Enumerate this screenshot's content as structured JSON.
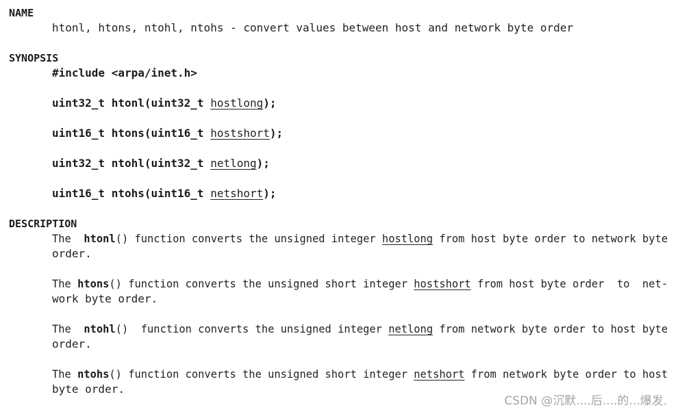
{
  "name": {
    "header": "NAME",
    "text": "htonl, htons, ntohl, ntohs - convert values between host and network byte order"
  },
  "synopsis": {
    "header": "SYNOPSIS",
    "include": "#include <arpa/inet.h>",
    "prototypes": [
      {
        "prefix": "uint32_t htonl(uint32_t ",
        "param": "hostlong",
        "suffix": ");"
      },
      {
        "prefix": "uint16_t htons(uint16_t ",
        "param": "hostshort",
        "suffix": ");"
      },
      {
        "prefix": "uint32_t ntohl(uint32_t ",
        "param": "netlong",
        "suffix": ");"
      },
      {
        "prefix": "uint16_t ntohs(uint16_t ",
        "param": "netshort",
        "suffix": ");"
      }
    ]
  },
  "description": {
    "header": "DESCRIPTION",
    "paragraphs": [
      {
        "intro": "The  ",
        "func": "htonl",
        "mid": "() function converts the unsigned integer ",
        "param": "hostlong",
        "rest": " from host byte order to network byte",
        "line2": "order."
      },
      {
        "intro": "The ",
        "func": "htons",
        "mid": "() function converts the unsigned short integer ",
        "param": "hostshort",
        "rest": " from host byte order  to  net-",
        "line2": "work byte order."
      },
      {
        "intro": "The  ",
        "func": "ntohl",
        "mid": "()  function converts the unsigned integer ",
        "param": "netlong",
        "rest": " from network byte order to host byte",
        "line2": "order."
      },
      {
        "intro": "The ",
        "func": "ntohs",
        "mid": "() function converts the unsigned short integer ",
        "param": "netshort",
        "rest": " from network byte order to host",
        "line2": "byte order."
      }
    ]
  },
  "watermark": "CSDN @沉默....后....的...爆发."
}
